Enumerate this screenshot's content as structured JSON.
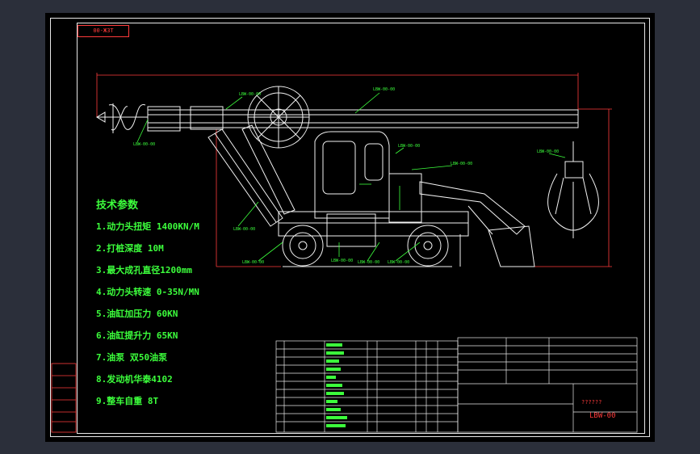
{
  "drawing": {
    "frame_tag": "00-Ж3Т",
    "spec_title": "技术参数",
    "specs": [
      "1.动力头扭矩 1400KN/M",
      "2.打桩深度 10M",
      "3.最大成孔直径1200mm",
      "4.动力头转速 0-35N/MN",
      "5.油缸加压力 60KN",
      "6.油缸提升力 65KN",
      "7.油泵 双50油泵",
      "8.发动机华泰4102",
      "9.整车自重 8T"
    ],
    "drawing_number": "LBW-00",
    "title_block_code": "??????",
    "colors": {
      "background": "#2b2f3a",
      "sheet": "#000000",
      "frame": "#e8e8e8",
      "machine": "#f2f2f2",
      "dimension": "#ff3b3b",
      "spec_text": "#3cff3c",
      "table_cyan": "#2ee0e0",
      "table_green": "#3cff3c",
      "leader_green": "#3cff3c"
    }
  }
}
